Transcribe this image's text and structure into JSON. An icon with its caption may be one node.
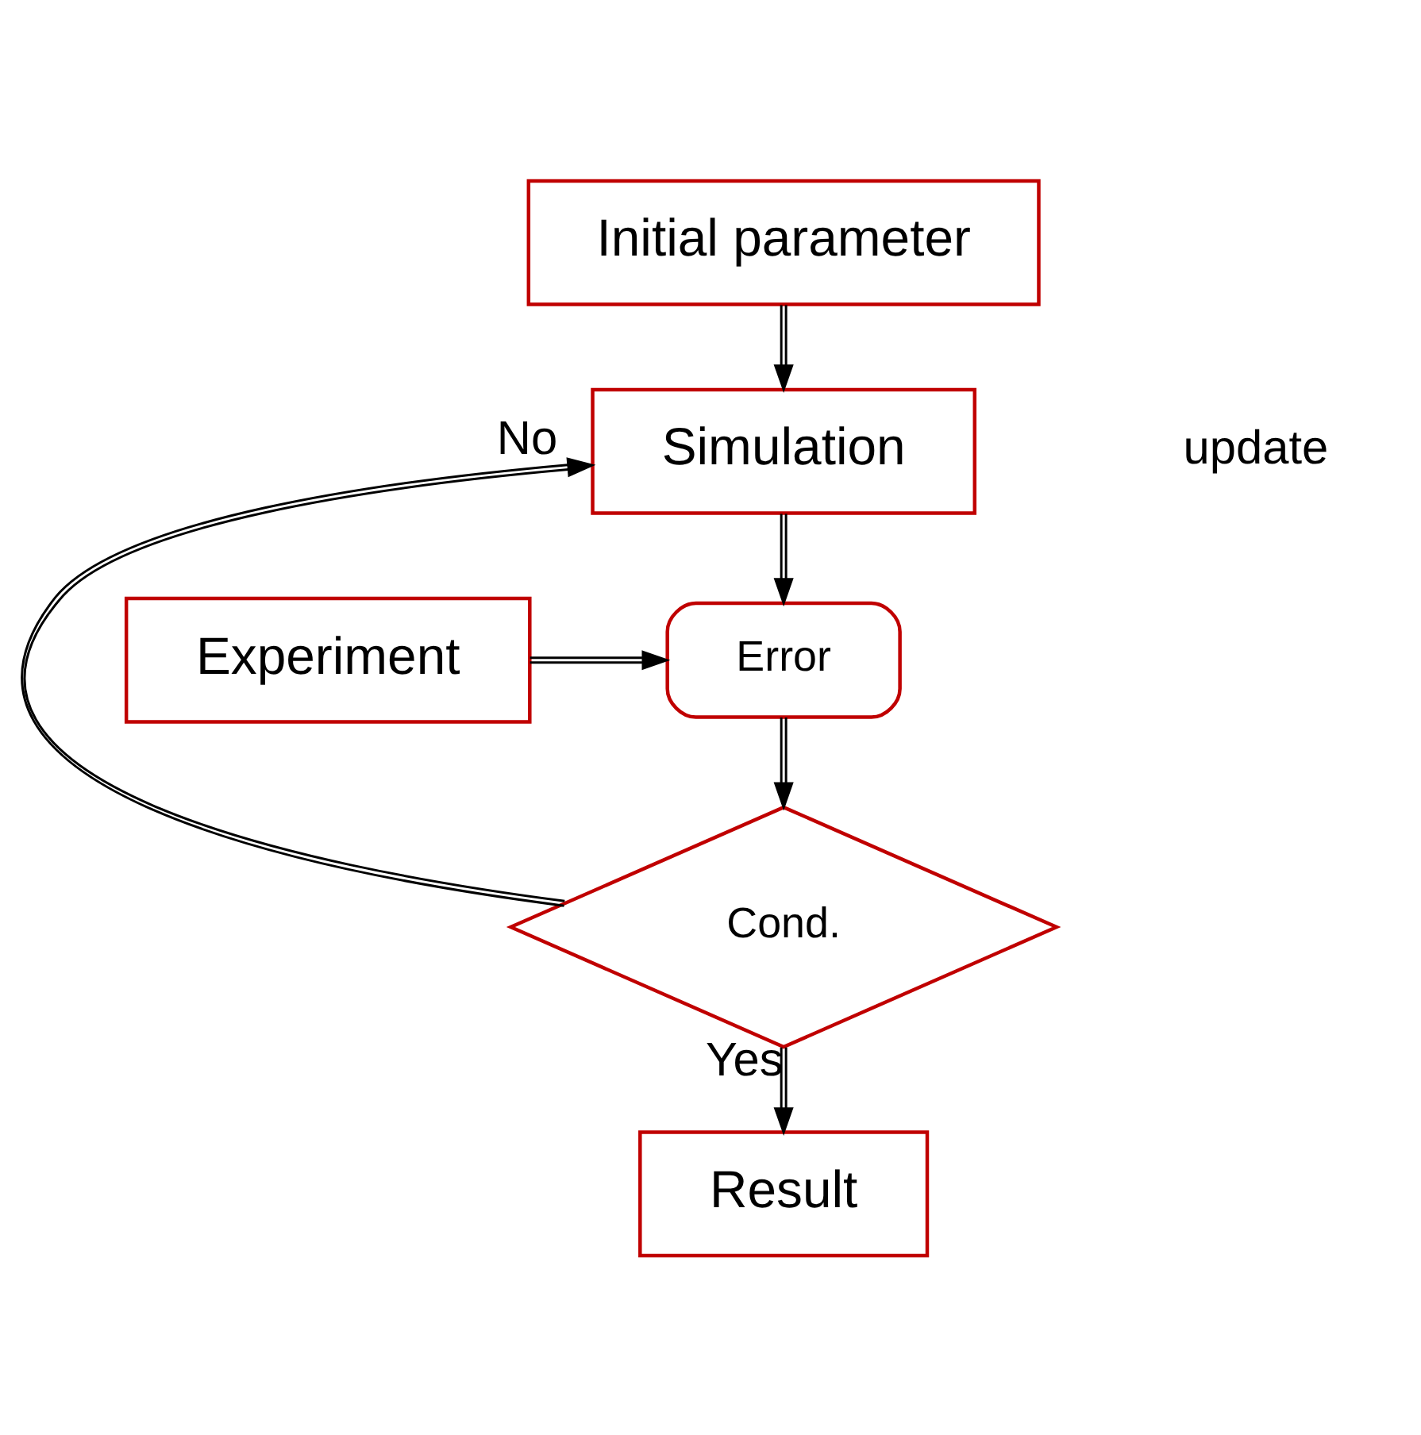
{
  "diagram": {
    "nodes": [
      {
        "text": [
          "Initial parameter"
        ]
      },
      {
        "text": [
          "Simulation"
        ]
      },
      {
        "text": [
          "Experiment"
        ]
      },
      {
        "text": [
          "Error"
        ]
      },
      {
        "text": [
          "Cond."
        ]
      },
      {
        "text": [
          "Result"
        ]
      }
    ],
    "edges": [
      {
        "from": 0,
        "to": 1,
        "arrow": "to"
      },
      {
        "from": 1,
        "to": 3,
        "arrow": "to"
      },
      {
        "from": 2,
        "to": 3,
        "arrow": "to"
      },
      {
        "from": 3,
        "to": 4,
        "arrow": "to"
      },
      {
        "from": 4,
        "to": 1,
        "arrow": "to",
        "label": "No"
      },
      {
        "from": 4,
        "to": 5,
        "arrow": "to",
        "label": "Yes"
      }
    ],
    "labels": [
      "update"
    ]
  }
}
